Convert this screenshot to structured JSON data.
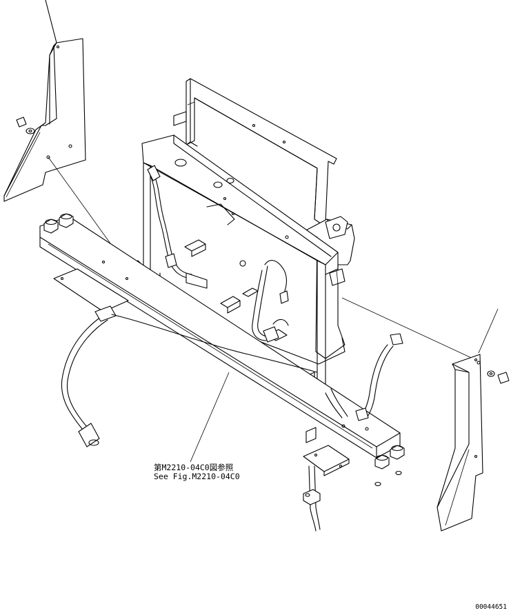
{
  "callout": {
    "reference_jp": "第M2210-04C0図参照",
    "reference_en": "See Fig.M2210-04C0"
  },
  "drawing_number": "00044651"
}
